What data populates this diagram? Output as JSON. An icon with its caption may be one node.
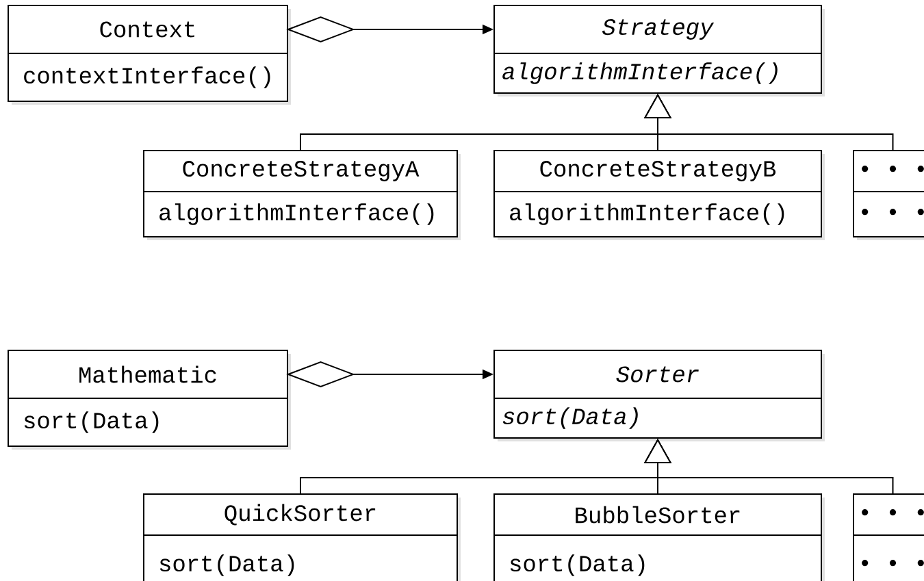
{
  "diagram": {
    "nodes": [
      {
        "text": [
          "Context",
          "contextInterface()"
        ]
      },
      {
        "text": [
          "Strategy",
          "algorithmInterface()"
        ]
      },
      {
        "text": [
          "ConcreteStrategyA",
          "algorithmInterface()"
        ]
      },
      {
        "text": [
          "ConcreteStrategyB",
          "algorithmInterface()"
        ]
      },
      {
        "text": [
          "• • •",
          "• • •"
        ]
      },
      {
        "text": [
          "Mathematic",
          "sort(Data)"
        ]
      },
      {
        "text": [
          "Sorter",
          "sort(Data)"
        ]
      },
      {
        "text": [
          "QuickSorter",
          "sort(Data)"
        ]
      },
      {
        "text": [
          "BubbleSorter",
          "sort(Data)"
        ]
      },
      {
        "text": [
          "• • •",
          "• • •"
        ]
      }
    ],
    "edges": [
      {
        "from": 0,
        "to": 1,
        "arrow": "to"
      },
      {
        "from": 2,
        "to": 1,
        "arrow": "to"
      },
      {
        "from": 3,
        "to": 1,
        "arrow": "to"
      },
      {
        "from": 4,
        "to": 1,
        "arrow": "to"
      },
      {
        "from": 5,
        "to": 6,
        "arrow": "to"
      },
      {
        "from": 7,
        "to": 6,
        "arrow": "to"
      },
      {
        "from": 8,
        "to": 6,
        "arrow": "to"
      },
      {
        "from": 9,
        "to": 6,
        "arrow": "to"
      }
    ]
  }
}
